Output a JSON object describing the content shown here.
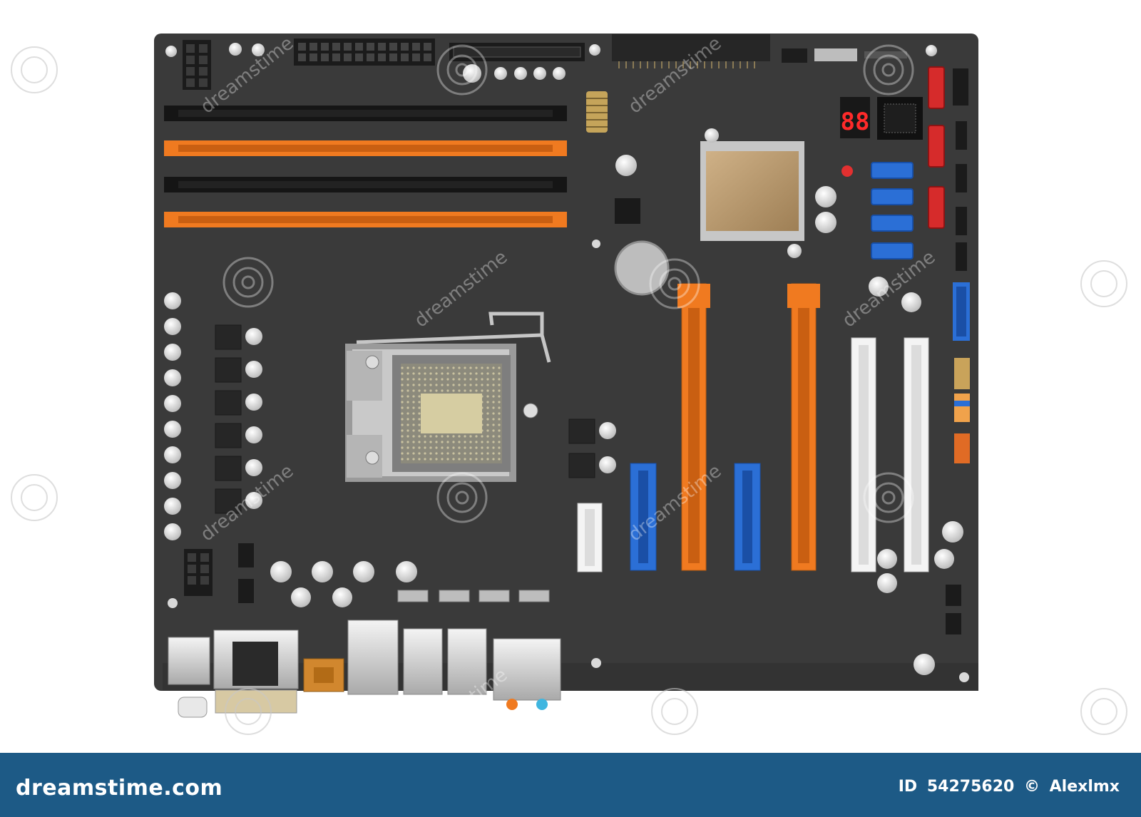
{
  "image": {
    "subject": "motherboard",
    "board_color": "#3a3a3a",
    "accent_colors": {
      "orange_slots": "#f07a20",
      "blue_ports": "#2b6fd6",
      "red_ports": "#d62b2b",
      "white_slots": "#f4f4f4",
      "copper_heatsink": "#b8986a",
      "footer_band": "#1d5a86"
    }
  },
  "footer": {
    "site": "dreamstime.com",
    "id_label": "ID",
    "id_value": "54275620",
    "copyright_symbol": "©",
    "author": "Alexlmx"
  },
  "watermark": {
    "text": "dreamstime",
    "icon": "spiral-watermark-icon"
  },
  "debug_display": "88"
}
